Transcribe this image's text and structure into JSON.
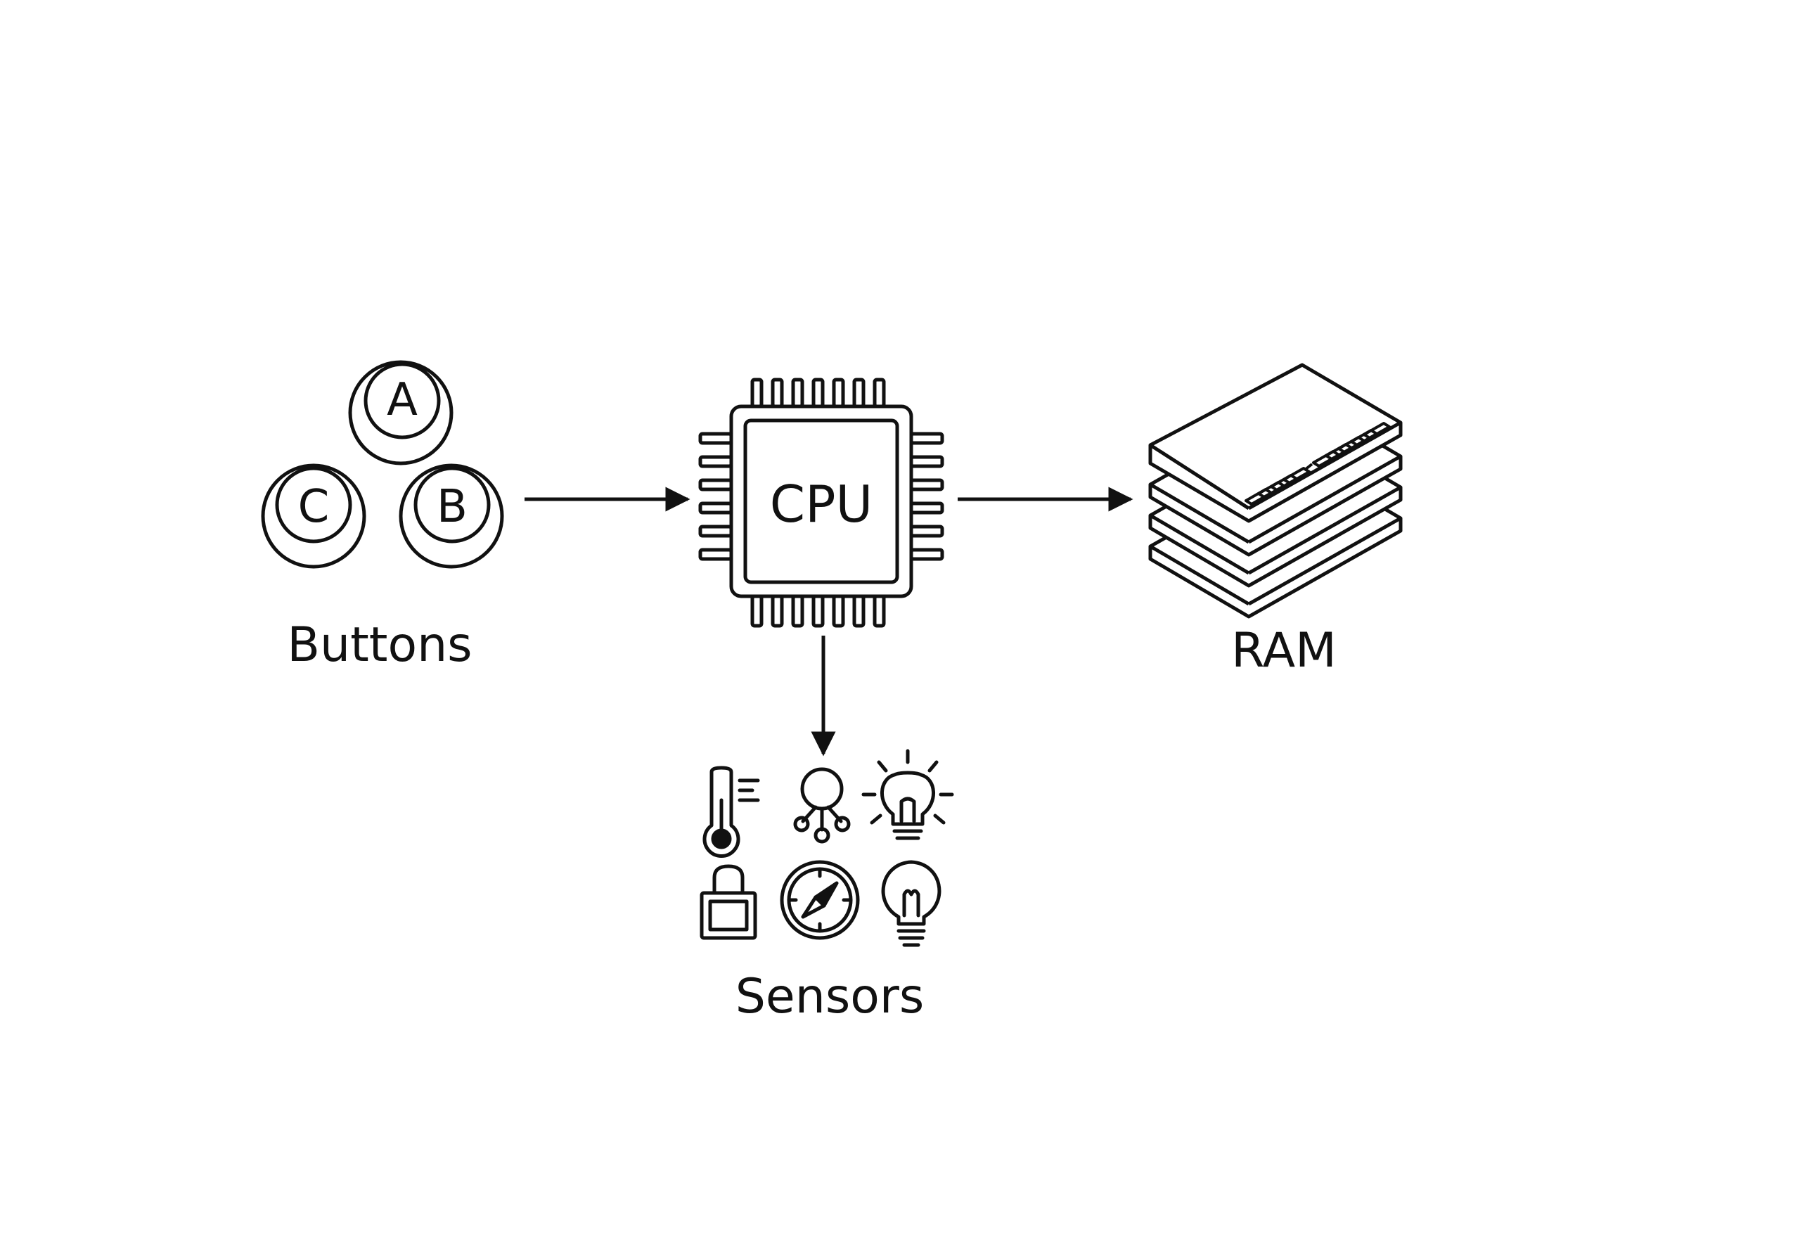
{
  "colors": {
    "background": "#ffffff",
    "stroke": "#111111"
  },
  "buttons": {
    "label": "Buttons",
    "keys": [
      "A",
      "B",
      "C"
    ]
  },
  "cpu": {
    "chip_text": "CPU"
  },
  "ram": {
    "label": "RAM"
  },
  "sensors": {
    "label": "Sensors",
    "icons": [
      "thermometer-icon",
      "network-node-icon",
      "light-bulb-rays-icon",
      "padlock-icon",
      "compass-icon",
      "light-bulb-icon"
    ]
  }
}
